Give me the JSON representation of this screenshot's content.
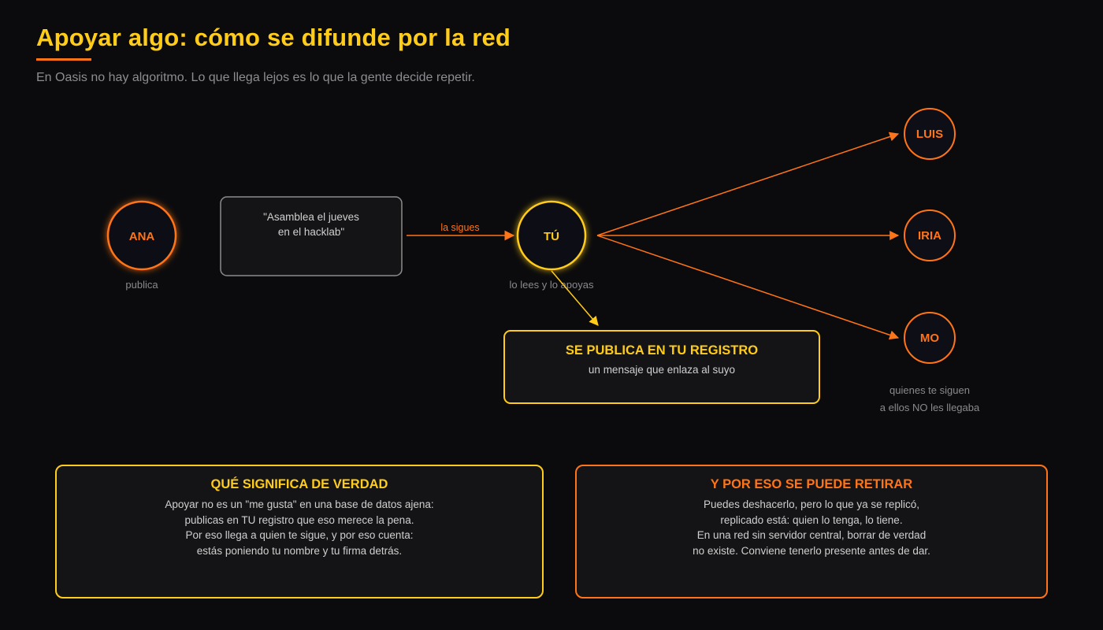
{
  "header": {
    "title": "Apoyar algo: cómo se difunde por la red",
    "subtitle": "En Oasis no hay algoritmo. Lo que llega lejos es lo que la gente decide repetir."
  },
  "diagram": {
    "author": {
      "label": "ANA",
      "caption": "publica"
    },
    "message": {
      "line1": "\"Asamblea el jueves",
      "line2": "en el hacklab\""
    },
    "edge_label": "la sigues",
    "you": {
      "label": "TÚ",
      "caption": "lo lees y lo apoyas"
    },
    "registry": {
      "title": "SE PUBLICA EN TU REGISTRO",
      "text": "un mensaje que enlaza al suyo"
    },
    "followers": [
      {
        "label": "LUIS"
      },
      {
        "label": "IRIA"
      },
      {
        "label": "MO"
      }
    ],
    "followers_caption": {
      "line1": "quienes te siguen",
      "line2": "a ellos NO les llegaba"
    }
  },
  "panels": {
    "meaning": {
      "title": "QUÉ SIGNIFICA DE VERDAD",
      "lines": [
        "Apoyar no es un \"me gusta\" en una base de datos ajena:",
        "publicas en TU registro que eso merece la pena.",
        "Por eso llega a quien te sigue, y por eso cuenta:",
        "estás poniendo tu nombre y tu firma detrás."
      ]
    },
    "retract": {
      "title": "Y POR ESO SE PUEDE RETIRAR",
      "lines": [
        "Puedes deshacerlo, pero lo que ya se replicó,",
        "replicado está: quien lo tenga, lo tiene.",
        "En una red sin servidor central, borrar de verdad",
        "no existe. Conviene tenerlo presente antes de dar."
      ]
    }
  },
  "colors": {
    "accent_yellow": "#ffcc1a",
    "accent_orange": "#ff7417",
    "background": "#0b0b0d",
    "node_fill": "#0e0e17"
  }
}
